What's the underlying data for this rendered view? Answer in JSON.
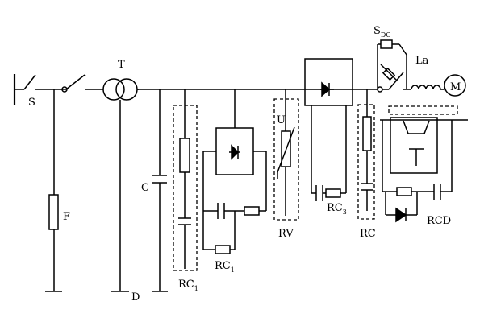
{
  "labels": {
    "switch_s": "S",
    "fuse_f": "F",
    "transformer_t": "T",
    "ground_d": "D",
    "capacitor_c": "C",
    "rc1_left_main": "RC",
    "rc1_left_sub": "1",
    "rc1_mid_main": "RC",
    "rc1_mid_sub": "1",
    "varistor_u": "U",
    "rv": "RV",
    "rc3_main": "RC",
    "rc3_sub": "3",
    "rc": "RC",
    "rcd": "RCD",
    "sdc_main": "S",
    "sdc_sub": "DC",
    "la": "La",
    "motor_m": "M"
  }
}
